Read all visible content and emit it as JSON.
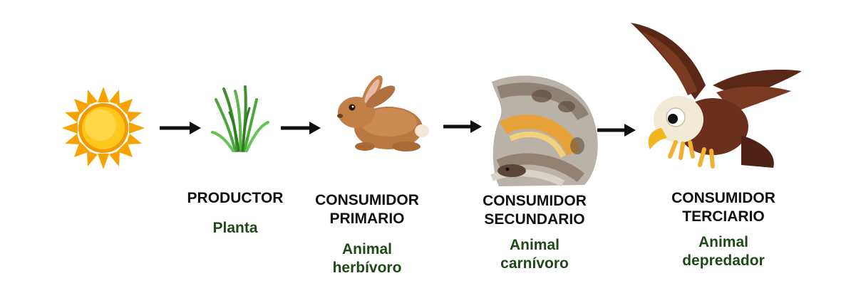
{
  "chain": [
    {
      "id": "sun",
      "icon": "sun-icon"
    },
    {
      "id": "producer",
      "icon": "grass-icon",
      "role": [
        "PRODUCTOR"
      ],
      "desc": [
        "Planta"
      ]
    },
    {
      "id": "primary",
      "icon": "rabbit-icon",
      "role": [
        "CONSUMIDOR",
        "PRIMARIO"
      ],
      "desc": [
        "Animal",
        "herbívoro"
      ]
    },
    {
      "id": "secondary",
      "icon": "snake-icon",
      "role": [
        "CONSUMIDOR",
        "SECUNDARIO"
      ],
      "desc": [
        "Animal",
        "carnívoro"
      ]
    },
    {
      "id": "tertiary",
      "icon": "eagle-icon",
      "role": [
        "CONSUMIDOR",
        "TERCIARIO"
      ],
      "desc": [
        "Animal",
        "depredador"
      ]
    }
  ],
  "colors": {
    "role_text": "#111111",
    "desc_text": "#1f4a18",
    "arrow": "#111111",
    "sun": "#f7b500",
    "grass": "#3f9b2e",
    "rabbit": "#c0824a",
    "snake": "#e8a23a",
    "eagle": "#6b2f1d"
  }
}
